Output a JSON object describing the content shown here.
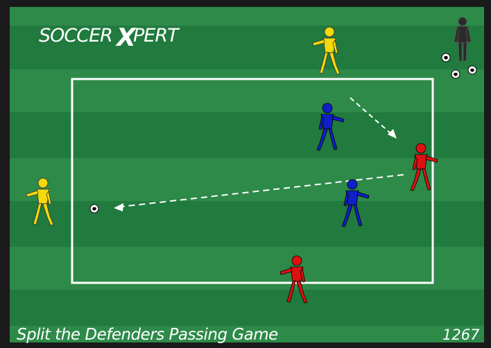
{
  "brand": {
    "logo_left": "SOCCER",
    "logo_x": "X",
    "logo_right": "PERT"
  },
  "caption": {
    "title": "Split the Defenders Passing Game",
    "drill_id": "1267"
  },
  "colors": {
    "pitch_dark": "#217a3e",
    "pitch_light": "#2d8a49",
    "frame": "#1a1a1a",
    "field_lines": "#ffffff",
    "team_yellow": "#f5d90a",
    "team_blue": "#1020c8",
    "team_red": "#dd1111",
    "coach": "#2a2a2a"
  },
  "players": [
    {
      "team": "yellow",
      "role": "attacker-top"
    },
    {
      "team": "yellow",
      "role": "attacker-left"
    },
    {
      "team": "blue",
      "role": "defender-1"
    },
    {
      "team": "blue",
      "role": "defender-2"
    },
    {
      "team": "red",
      "role": "attacker-right"
    },
    {
      "team": "red",
      "role": "attacker-bottom"
    },
    {
      "team": "coach",
      "role": "coach"
    }
  ],
  "icons": [
    "soccer-ball-icon",
    "pass-arrow",
    "movement-arrow"
  ]
}
